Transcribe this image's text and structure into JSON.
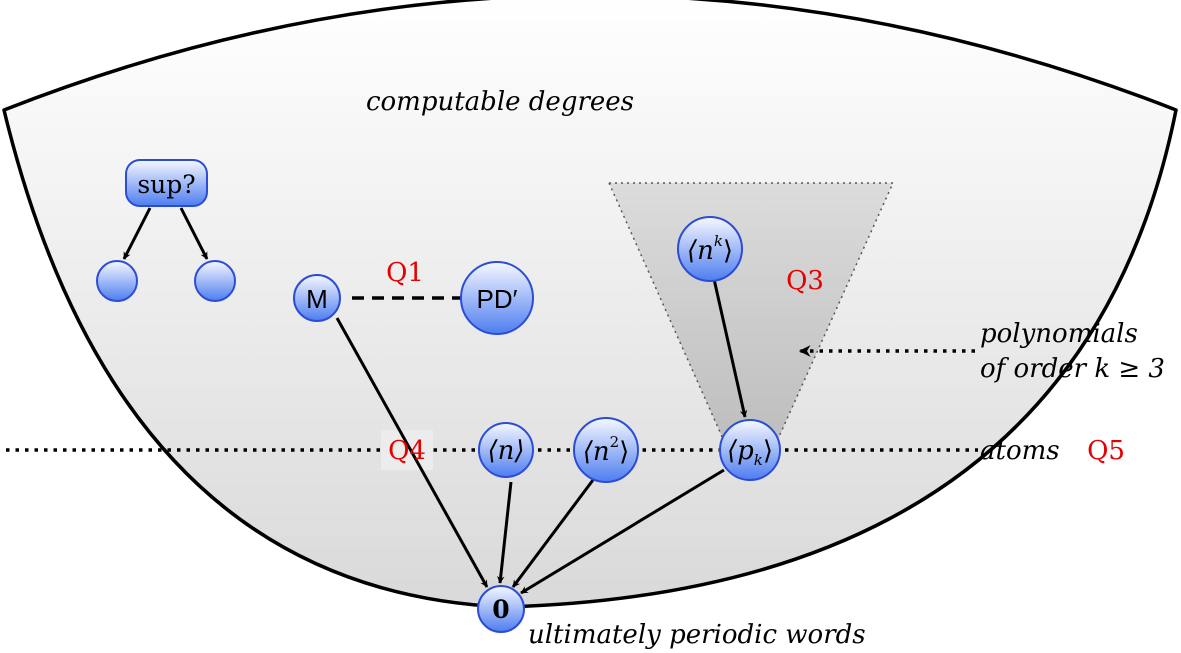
{
  "labels": {
    "computable": "computable degrees",
    "polynomials_line1": "polynomials",
    "polynomials_line2": "of order k ≥ 3",
    "atoms": "atoms",
    "ultimately": "ultimately periodic words"
  },
  "questions": {
    "q1": "Q1",
    "q3": "Q3",
    "q4": "Q4",
    "q5": "Q5"
  },
  "nodes": {
    "sup": "sup?",
    "m": "M",
    "pd": "PD′",
    "nk": "⟨n",
    "nk_sup": "k",
    "nk_close": "⟩",
    "n": "⟨n⟩",
    "n2": "⟨n",
    "n2_sup": "2",
    "n2_close": "⟩",
    "pk": "⟨p",
    "pk_sub": "k",
    "pk_close": "⟩",
    "zero": "0"
  },
  "colors": {
    "node_top": "#f4f7ff",
    "node_bottom": "#4f7ff0",
    "node_stroke": "#2f4fd8",
    "bowl_top": "#ffffff",
    "bowl_bottom": "#dadada",
    "triangle": "#c8c8c8",
    "question": "#e60000"
  }
}
